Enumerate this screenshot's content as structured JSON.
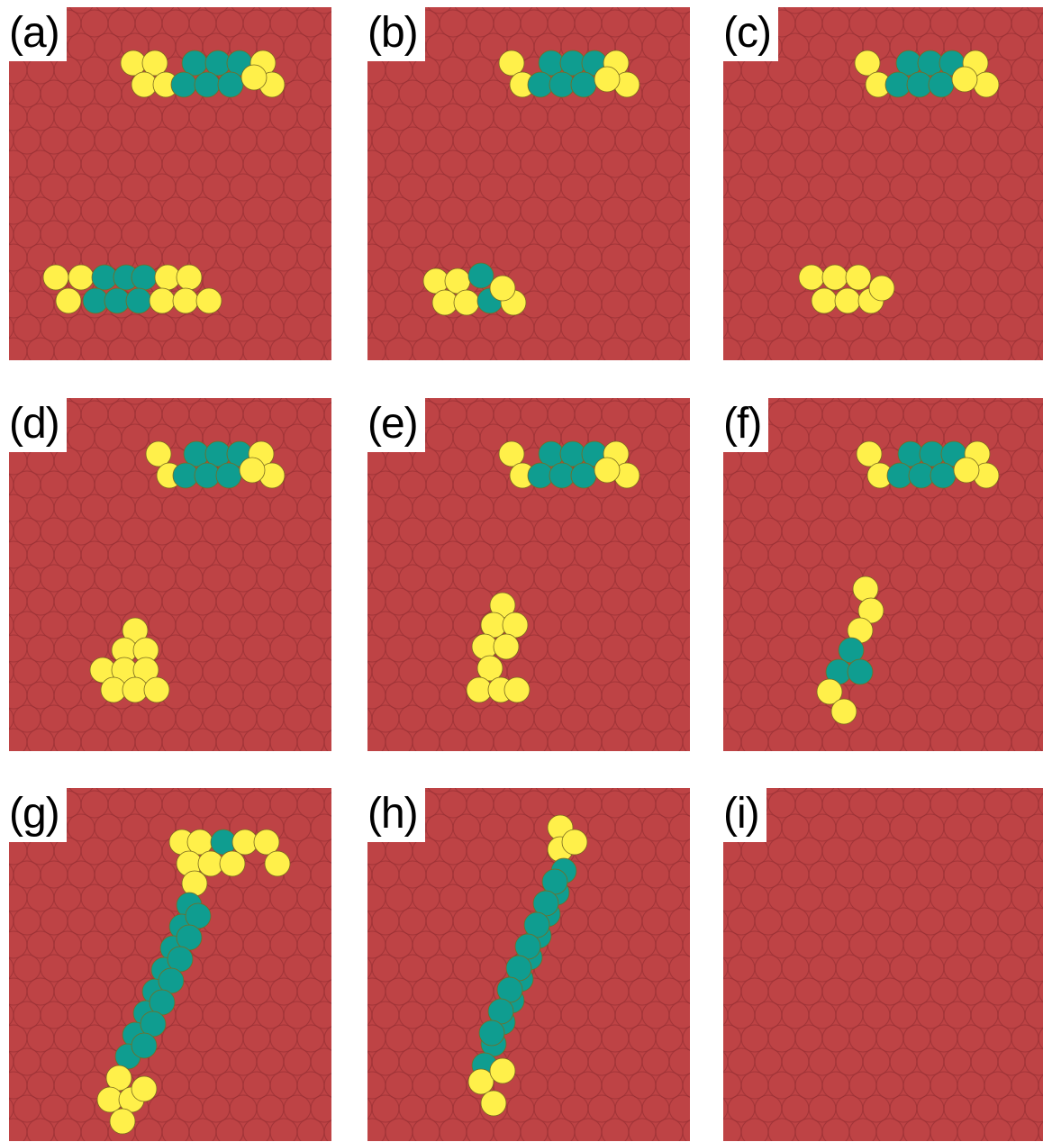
{
  "colors": {
    "background": "#be4345",
    "lattice_line": "#9a3235",
    "atom_yellow": "#fff04a",
    "atom_teal": "#0f9d90",
    "outline": "#7a6a20"
  },
  "panels": [
    {
      "label": "(a)"
    },
    {
      "label": "(b)"
    },
    {
      "label": "(c)"
    },
    {
      "label": "(d)"
    },
    {
      "label": "(e)"
    },
    {
      "label": "(f)"
    },
    {
      "label": "(g)"
    },
    {
      "label": "(h)"
    },
    {
      "label": "(i)"
    }
  ]
}
